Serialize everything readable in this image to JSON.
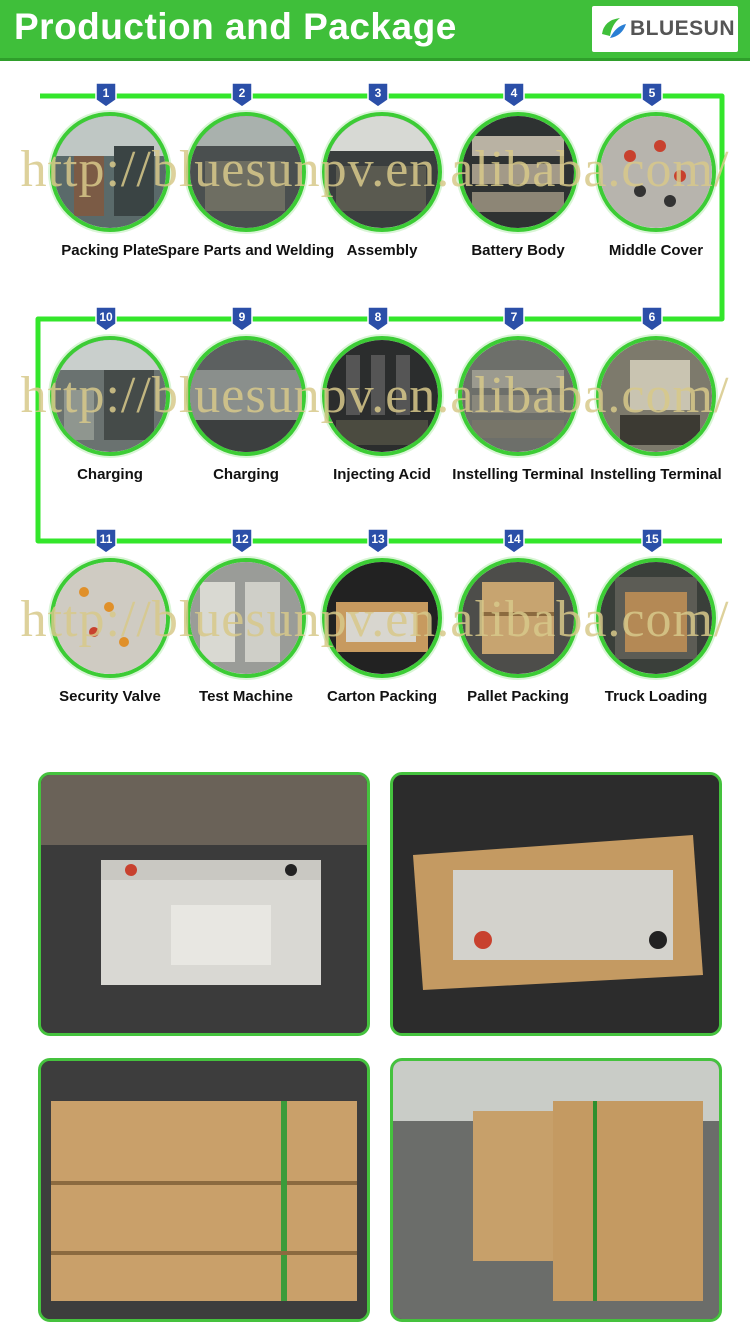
{
  "header": {
    "title": "Production and Package",
    "logo_text": "BLUESUN",
    "accent": "#3fbf3a"
  },
  "watermark": "http://bluesunpv.en.alibaba.com/",
  "steps": [
    {
      "num": "1",
      "label": "Packing Plate"
    },
    {
      "num": "2",
      "label": "Spare Parts and Welding"
    },
    {
      "num": "3",
      "label": "Assembly"
    },
    {
      "num": "4",
      "label": "Battery Body"
    },
    {
      "num": "5",
      "label": "Middle Cover"
    },
    {
      "num": "6",
      "label": "Instelling Terminal"
    },
    {
      "num": "7",
      "label": "Instelling Terminal"
    },
    {
      "num": "8",
      "label": "Injecting Acid"
    },
    {
      "num": "9",
      "label": "Charging"
    },
    {
      "num": "10",
      "label": "Charging"
    },
    {
      "num": "11",
      "label": "Security Valve"
    },
    {
      "num": "12",
      "label": "Test Machine"
    },
    {
      "num": "13",
      "label": "Carton Packing"
    },
    {
      "num": "14",
      "label": "Pallet Packing"
    },
    {
      "num": "15",
      "label": "Truck Loading"
    }
  ]
}
